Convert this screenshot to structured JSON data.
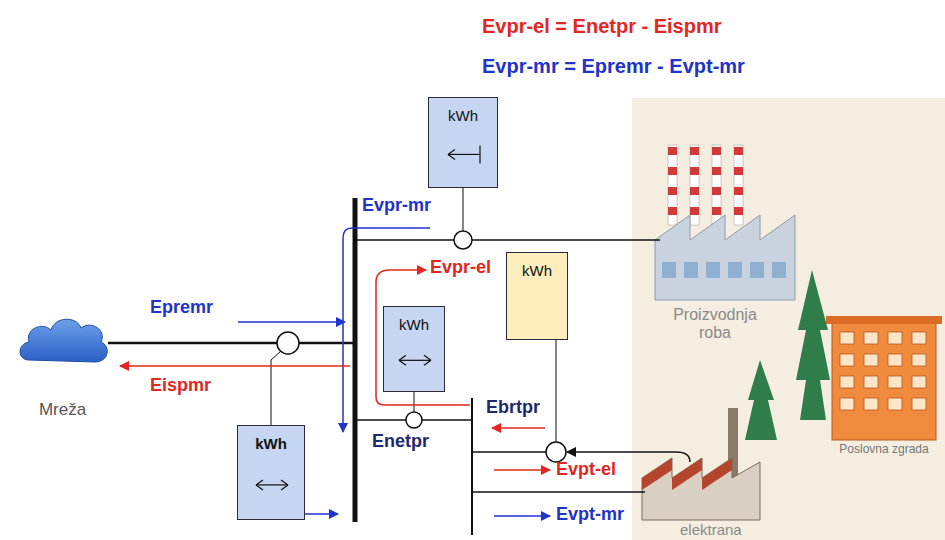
{
  "diagram": {
    "nodes": [
      {
        "text": [
          "kWh"
        ]
      },
      {
        "text": [
          "kWh"
        ]
      },
      {
        "text": [
          "kWh"
        ]
      },
      {
        "text": [
          "Mreža"
        ]
      },
      {
        "text": [
          "kWh"
        ]
      }
    ],
    "labels": [
      "Evpr-el = Enetpr - Eispmr",
      "Evpr-mr = Epremr - Evpt-mr",
      "Evpr-mr",
      "Epremr",
      "Eispmr",
      "Evpr-el",
      "Enetpr",
      "Ebrtpr",
      "Evpt-el",
      "Evpt-mr",
      "Proizvodnja roba",
      "Poslovna zgrada",
      "elektrana"
    ]
  }
}
